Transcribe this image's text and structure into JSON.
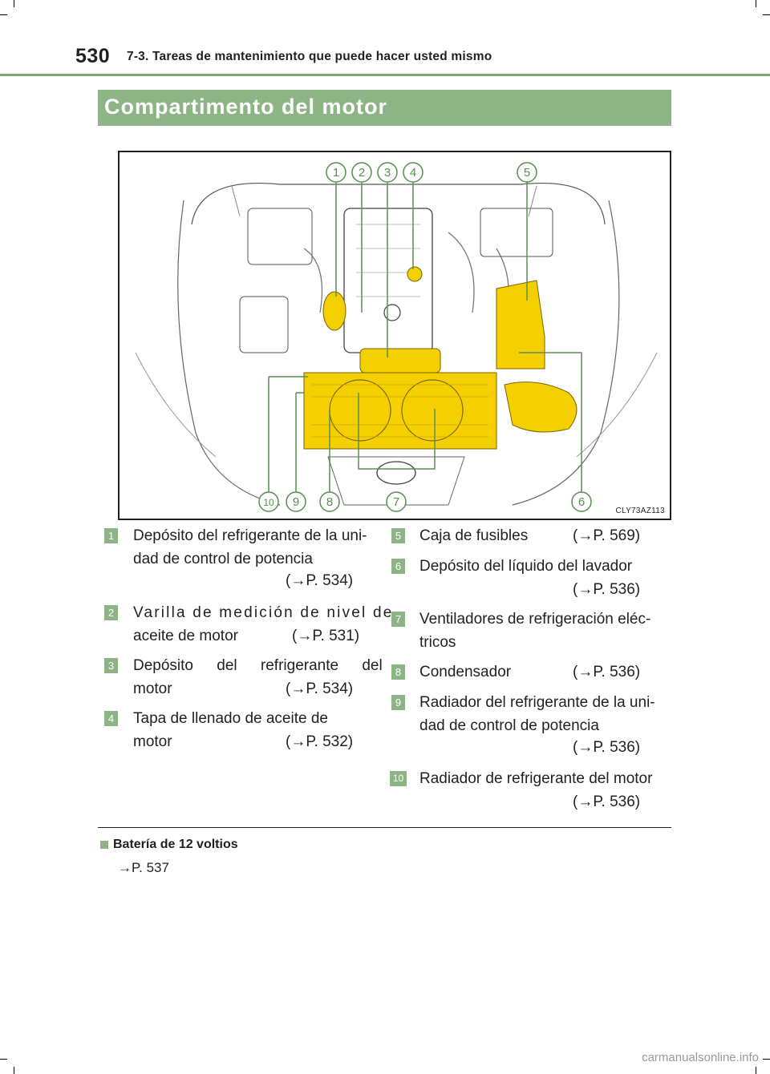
{
  "header": {
    "page_number": "530",
    "title": "7-3. Tareas de mantenimiento que puede hacer usted mismo"
  },
  "section": {
    "title": "Compartimento del motor"
  },
  "figure": {
    "code": "CLY73AZ113",
    "callouts_top": [
      "1",
      "2",
      "3",
      "4",
      "5"
    ],
    "callouts_bottom": [
      "10",
      "9",
      "8",
      "7",
      "6"
    ],
    "highlight_color": "#f5d000"
  },
  "items_left": [
    {
      "num": "1",
      "lines": [
        "Depósito del refrigerante de la uni-",
        "dad de control de potencia"
      ],
      "ref": "(→P. 534)"
    },
    {
      "num": "2",
      "lines": [
        "Varilla de medición de nivel de",
        "aceite de motor"
      ],
      "ref": "(→P. 531)"
    },
    {
      "num": "3",
      "lines": [
        "Depósito del refrigerante del",
        "motor"
      ],
      "ref": "(→P. 534)"
    },
    {
      "num": "4",
      "lines": [
        "Tapa de llenado de aceite de",
        "motor"
      ],
      "ref": "(→P. 532)"
    }
  ],
  "items_right": [
    {
      "num": "5",
      "lines": [
        "Caja de fusibles"
      ],
      "ref": "(→P. 569)"
    },
    {
      "num": "6",
      "lines": [
        "Depósito del líquido del lavador"
      ],
      "ref": "(→P. 536)"
    },
    {
      "num": "7",
      "lines": [
        "Ventiladores de refrigeración eléc-",
        "tricos"
      ],
      "ref": ""
    },
    {
      "num": "8",
      "lines": [
        "Condensador"
      ],
      "ref": "(→P. 536)"
    },
    {
      "num": "9",
      "lines": [
        "Radiador del refrigerante de la uni-",
        "dad de control de potencia"
      ],
      "ref": "(→P. 536)"
    },
    {
      "num": "10",
      "lines": [
        "Radiador de refrigerante del motor"
      ],
      "ref": "(→P. 536)"
    }
  ],
  "note": {
    "title": "Batería de 12 voltios",
    "ref": "→P. 537"
  },
  "watermark": "carmanualsonline.info",
  "colors": {
    "accent": "#8cb484",
    "rule": "#7aa66f"
  }
}
